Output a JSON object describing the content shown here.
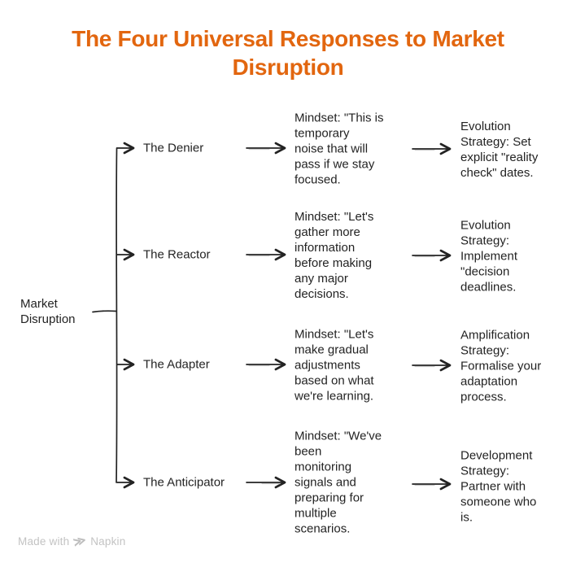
{
  "title": "The Four Universal Responses to Market\nDisruption",
  "root": {
    "label": "Market\nDisruption"
  },
  "rows": [
    {
      "name": "The Denier",
      "mindset": "Mindset: \"This is\ntemporary\nnoise that will\npass if we stay\nfocused.",
      "strategy": "Evolution\nStrategy: Set\nexplicit \"reality\ncheck\" dates."
    },
    {
      "name": "The Reactor",
      "mindset": "Mindset: \"Let's\ngather more\ninformation\nbefore making\nany major\ndecisions.",
      "strategy": "Evolution\nStrategy:\nImplement\n\"decision\ndeadlines."
    },
    {
      "name": "The Adapter",
      "mindset": "Mindset: \"Let's\nmake gradual\nadjustments\nbased on what\nwe're learning.",
      "strategy": "Amplification\nStrategy:\nFormalise your\nadaptation\nprocess."
    },
    {
      "name": "The Anticipator",
      "mindset": "Mindset: \"We've\nbeen\nmonitoring\nsignals and\npreparing for\nmultiple\nscenarios.",
      "strategy": "Development\nStrategy:\nPartner with\nsomeone who\nis."
    }
  ],
  "footer": {
    "made_with": "Made with",
    "brand": "Napkin",
    "logo_glyph": "≫"
  },
  "colors": {
    "accent": "#E2660F",
    "ink": "#232323",
    "muted": "#C3C3C3"
  }
}
